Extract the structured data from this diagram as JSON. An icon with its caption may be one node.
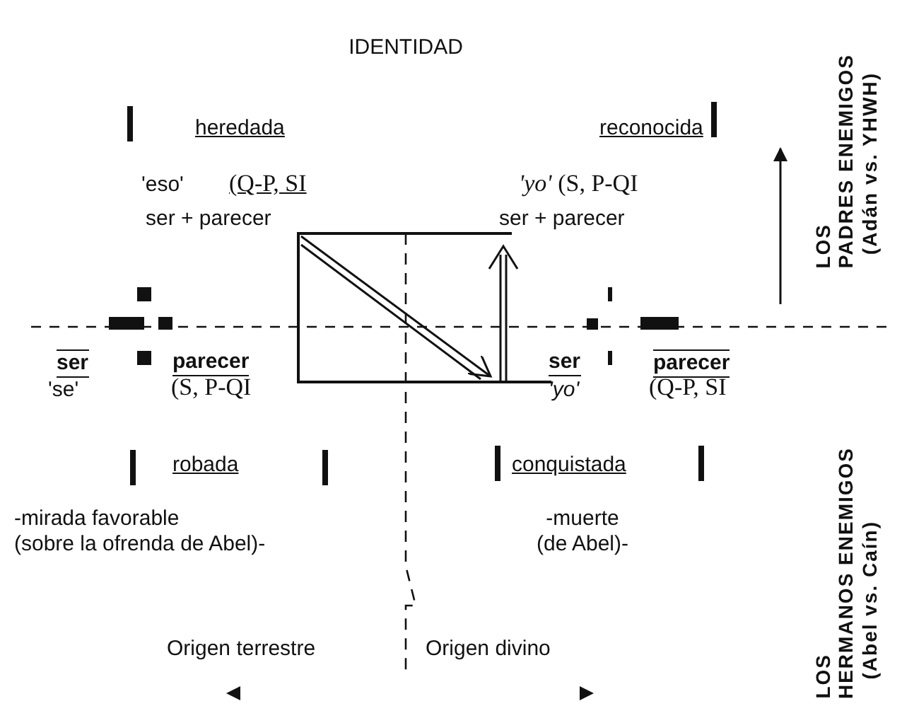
{
  "diagram": {
    "title": "IDENTIDAD",
    "labels": [
      "heredada",
      "reconocida",
      "'eso'",
      "(Q-P, SI",
      "ser + parecer",
      "*'yo'* (S, P-QI",
      "ser + parecer",
      "ser",
      "parecer",
      "ser",
      "parecer",
      "'se'",
      "(S, P-QI",
      "'yo'",
      "(Q-P, SI",
      "robada",
      "conquistada",
      "-mirada favorable",
      "(sobre la ofrenda de Abel)-",
      "-muerte",
      "(de Abel)-",
      "Origen terrestre",
      "Origen divino",
      "LOS",
      "PADRES ENEMIGOS",
      "(Adán vs. YHWH)",
      "LOS",
      "HERMANOS ENEMIGOS",
      "(Abel vs. Caín)"
    ]
  }
}
